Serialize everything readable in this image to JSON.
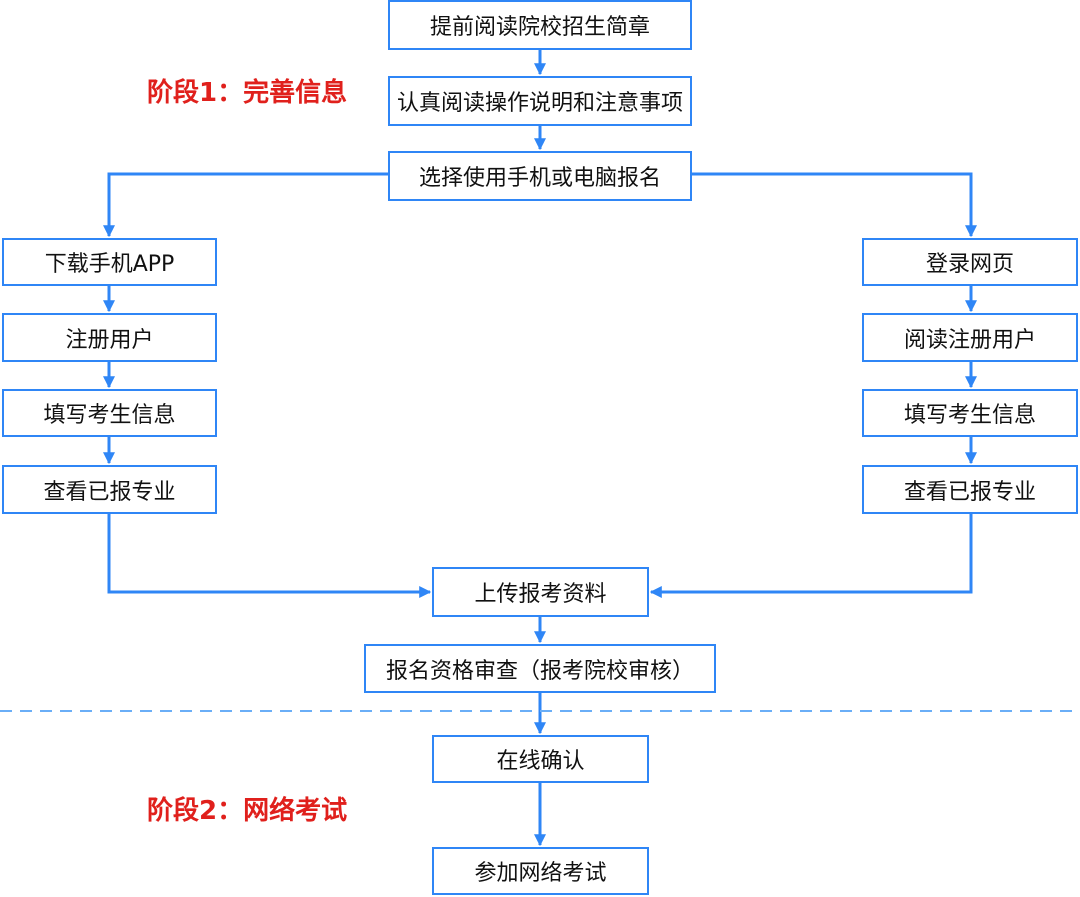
{
  "colors": {
    "accent": "#2f86f6",
    "stage_label": "#e0201c",
    "divider": "#6aaef7"
  },
  "stages": {
    "stage1": "阶段1：完善信息",
    "stage2": "阶段2：网络考试"
  },
  "steps": {
    "read_brochure": "提前阅读院校招生简章",
    "read_instructions": "认真阅读操作说明和注意事项",
    "choose_device": "选择使用手机或电脑报名",
    "upload_materials": "上传报考资料",
    "qualification_review": "报名资格审查（报考院校审核）",
    "online_confirm": "在线确认",
    "online_exam": "参加网络考试"
  },
  "mobile_branch": {
    "download_app": "下载手机APP",
    "register": "注册用户",
    "fill_info": "填写考生信息",
    "view_majors": "查看已报专业"
  },
  "web_branch": {
    "login": "登录网页",
    "read_register": "阅读注册用户",
    "fill_info": "填写考生信息",
    "view_majors": "查看已报专业"
  }
}
